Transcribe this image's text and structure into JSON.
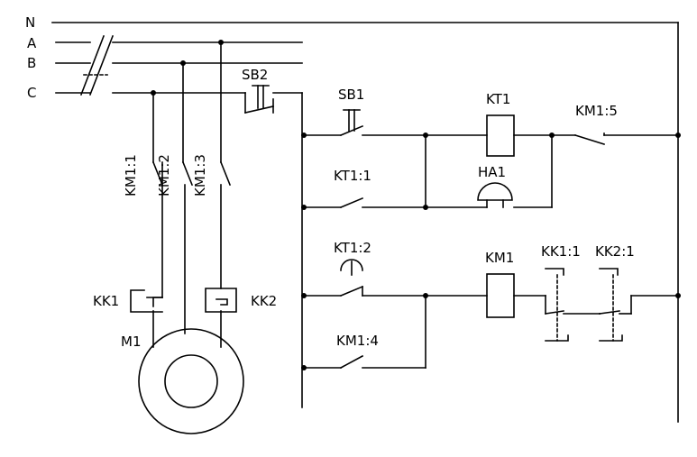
{
  "phases": {
    "n": "N",
    "a": "A",
    "b": "B",
    "c": "C"
  },
  "components": {
    "sb2": "SB2",
    "sb1": "SB1",
    "kt1": "KT1",
    "km1_5": "KM1:5",
    "kt1_1": "KT1:1",
    "ha1": "HA1",
    "kt1_2": "KT1:2",
    "km1": "KM1",
    "kk1_1": "KK1:1",
    "kk2_1": "KK2:1",
    "km1_4": "KM1:4",
    "km1_1": "KM1:1",
    "km1_2": "KM1:2",
    "km1_3": "KM1:3",
    "kk1": "KK1",
    "kk2": "KK2",
    "m1": "M1"
  },
  "colors": {
    "line": "#000000",
    "background": "#ffffff"
  }
}
